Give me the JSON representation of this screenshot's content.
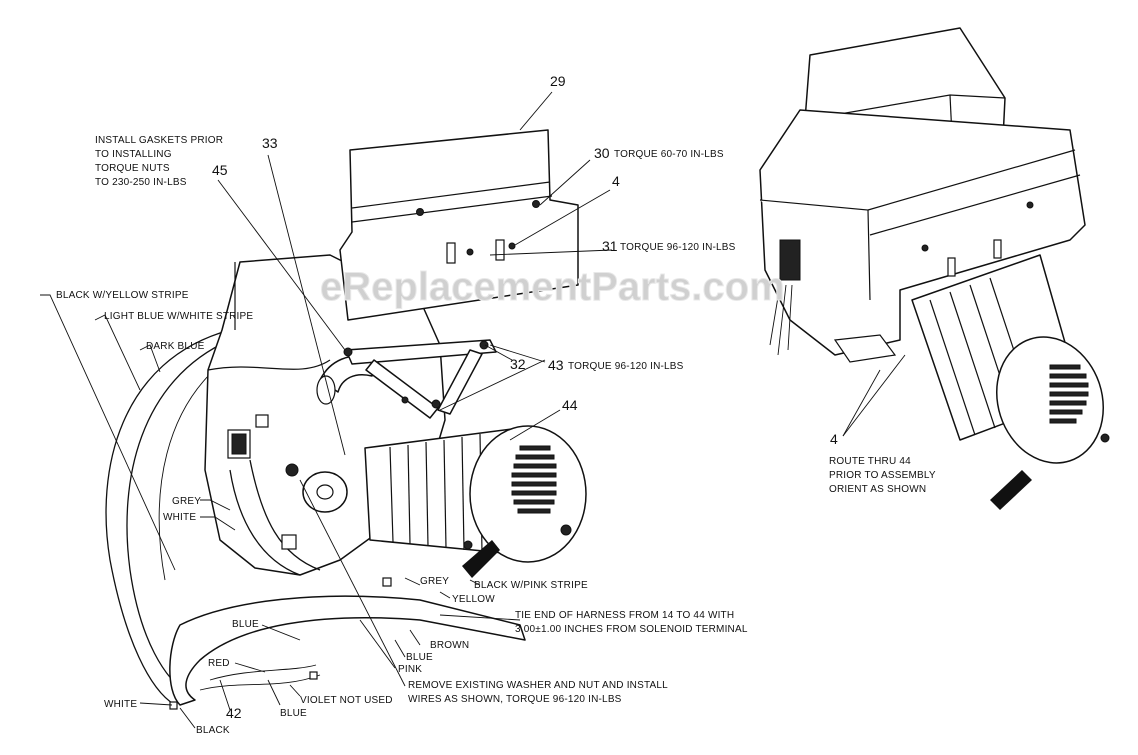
{
  "watermark": "eReplacementParts.com",
  "callouts": {
    "c29": "29",
    "c30": "30",
    "c30_note": "TORQUE 60-70 IN-LBS",
    "c4a": "4",
    "c31": "31",
    "c31_note": "TORQUE 96-120 IN-LBS",
    "c33": "33",
    "c45": "45",
    "c32": "32",
    "c43": "43",
    "c43_note": "TORQUE 96-120 IN-LBS",
    "c44": "44",
    "c42": "42",
    "c4b": "4"
  },
  "notes": {
    "gasket": [
      "INSTALL GASKETS PRIOR",
      "TO INSTALLING",
      "TORQUE NUTS",
      "TO 230-250 IN-LBS"
    ],
    "route": [
      "ROUTE THRU 44",
      "PRIOR TO ASSEMBLY",
      "ORIENT AS SHOWN"
    ],
    "tie": [
      "TIE END OF HARNESS FROM 14 TO 44  WITH",
      "3.00±1.00 INCHES FROM SOLENOID TERMINAL"
    ],
    "remove": [
      "REMOVE EXISTING WASHER AND NUT AND INSTALL",
      "WIRES AS SHOWN, TORQUE 96-120 IN-LBS"
    ]
  },
  "wires": {
    "black_yellow": "BLACK W/YELLOW STRIPE",
    "lightblue_white": "LIGHT BLUE W/WHITE STRIPE",
    "dark_blue": "DARK BLUE",
    "grey_left": "GREY",
    "white_left": "WHITE",
    "black_pink": "BLACK W/PINK STRIPE",
    "grey_right": "GREY",
    "yellow": "YELLOW",
    "brown": "BROWN",
    "blue_mid": "BLUE",
    "blue_left": "BLUE",
    "pink": "PINK",
    "red": "RED",
    "white_bottom": "WHITE",
    "violet": "VIOLET NOT USED",
    "blue_bottom": "BLUE",
    "black_bottom": "BLACK"
  }
}
